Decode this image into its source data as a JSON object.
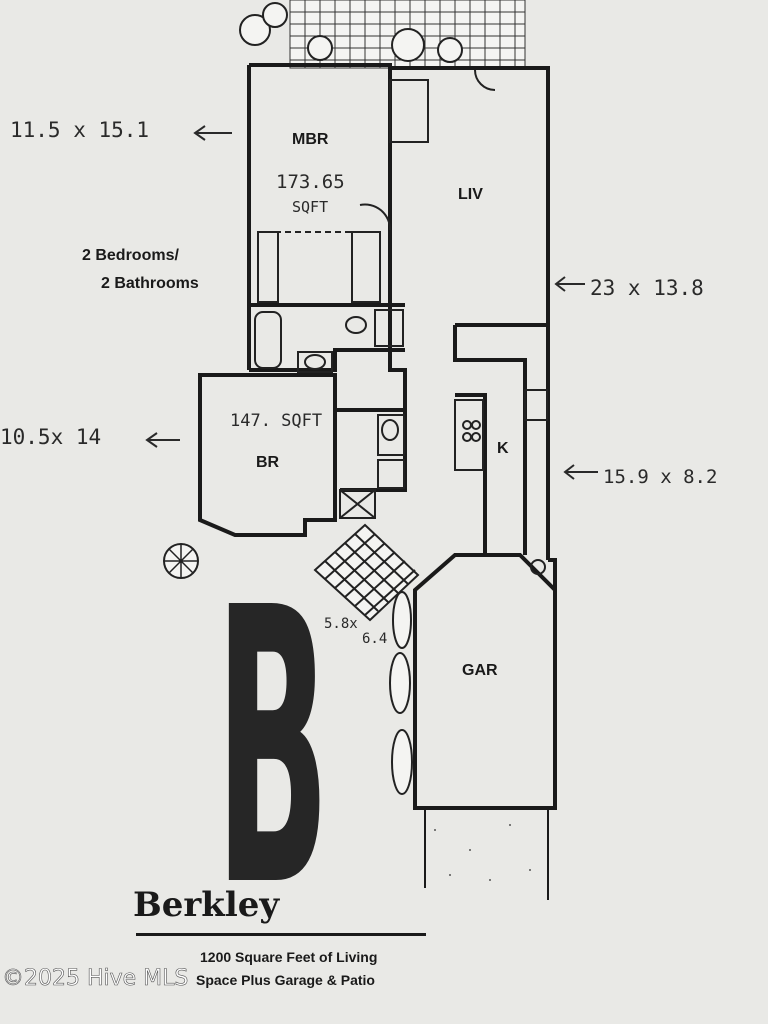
{
  "rooms": {
    "mbr": "MBR",
    "liv": "LIV",
    "br": "BR",
    "k": "K",
    "gar": "GAR"
  },
  "summary": {
    "line1": "2 Bedrooms/",
    "line2": "2 Bathrooms"
  },
  "handwritten": {
    "mbr_dims": "11.5 x 15.1",
    "mbr_sqft_1": "173.65",
    "mbr_sqft_2": "SQFT",
    "liv_dims": "23 x 13.8",
    "br_dims": "10.5x 14",
    "br_sqft": "147. SQFT",
    "k_dims": "15.9 x 8.2",
    "patio_dims_1": "5.8x",
    "patio_dims_2": "6.4"
  },
  "logo": {
    "letter": "B",
    "name": "Berkley"
  },
  "caption": {
    "line1": "1200 Square Feet of Living",
    "line2": "Space Plus Garage & Patio"
  },
  "watermark": "©2025 Hive MLS",
  "colors": {
    "paper": "#e9e9e6",
    "ink": "#1a1a1a",
    "logo": "#262626"
  }
}
